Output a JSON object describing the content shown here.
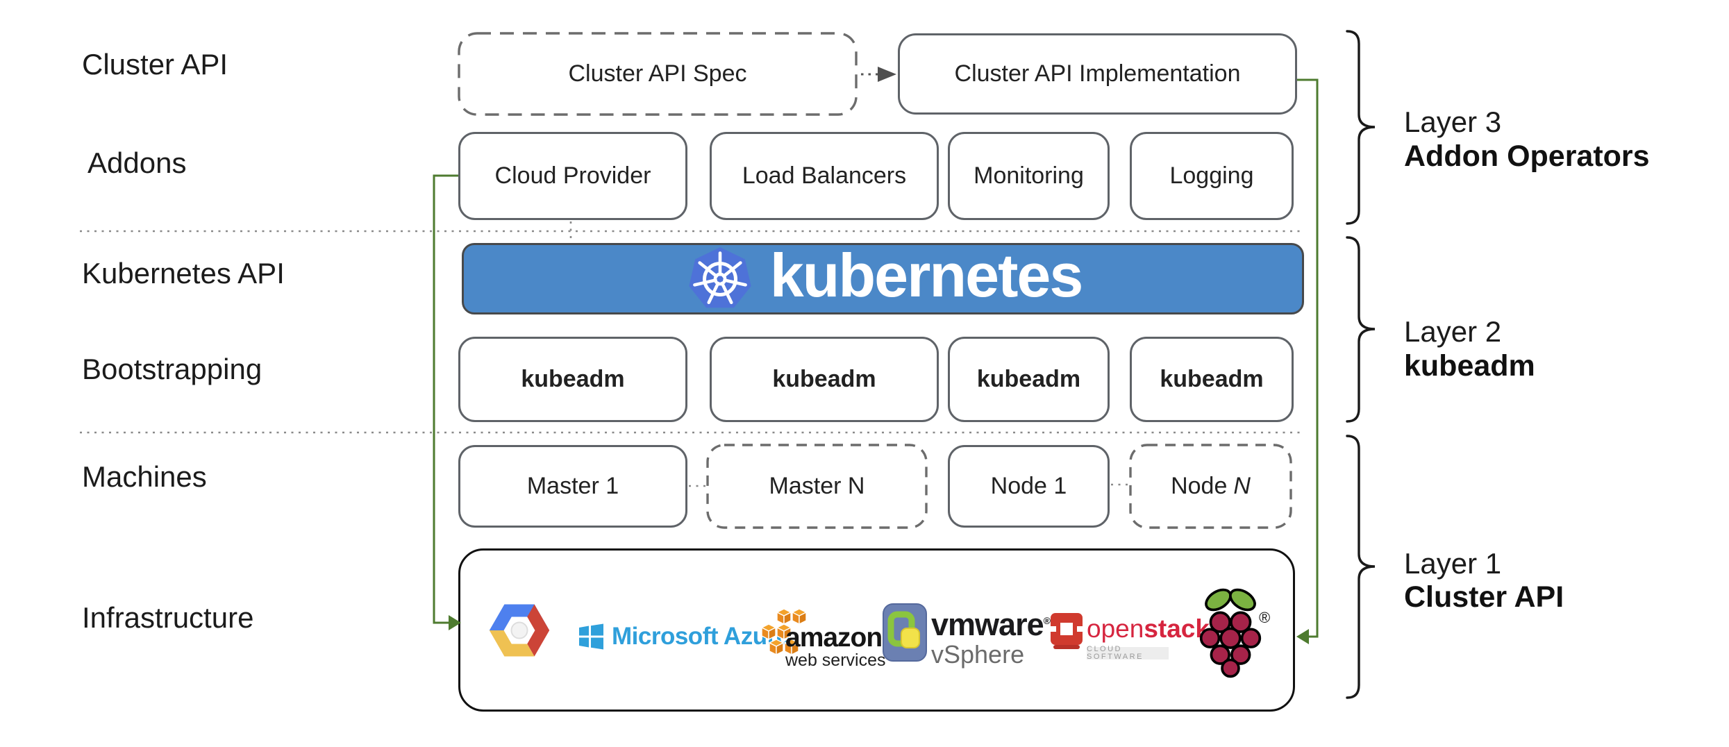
{
  "row_labels": [
    {
      "text": "Cluster API"
    },
    {
      "text": "Addons"
    },
    {
      "text": "Kubernetes API"
    },
    {
      "text": "Bootstrapping"
    },
    {
      "text": "Machines"
    },
    {
      "text": "Infrastructure"
    }
  ],
  "top_row": {
    "spec": "Cluster API Spec",
    "implementation": "Cluster API Implementation"
  },
  "addons_row": [
    "Cloud Provider",
    "Load Balancers",
    "Monitoring",
    "Logging"
  ],
  "kubernetes_banner": {
    "text": "kubernetes",
    "background": "#4b88c8",
    "logo_hex_color": "#4e72d8"
  },
  "bootstrapping_row": [
    "kubeadm",
    "kubeadm",
    "kubeadm",
    "kubeadm"
  ],
  "machines_row": [
    {
      "text": "Master 1",
      "italic": "",
      "dashed": false
    },
    {
      "text": "Master N",
      "italic": "",
      "dashed": true
    },
    {
      "text": "Node 1",
      "italic": "",
      "dashed": false
    },
    {
      "text": "Node",
      "italic": "N",
      "dashed": true
    }
  ],
  "layers": [
    {
      "line1": "Layer 3",
      "line2": "Addon Operators"
    },
    {
      "line1": "Layer 2",
      "line2": "kubeadm"
    },
    {
      "line1": "Layer 1",
      "line2": "Cluster API"
    }
  ],
  "infrastructure": {
    "google_cloud": {
      "icon": "google-cloud-hexagon"
    },
    "azure": {
      "text": "Microsoft Azure"
    },
    "aws": {
      "line1": "amazon",
      "line2": "web services"
    },
    "vmware": {
      "line1": "vmware",
      "reg": "®",
      "line2": "vSphere"
    },
    "openstack": {
      "text_open": "open",
      "text_stack": "stack",
      "tm": "™",
      "subtitle": "CLOUD SOFTWARE"
    },
    "raspberry_pi": {
      "reg": "®"
    }
  },
  "colors": {
    "connector_green": "#4e7b2f",
    "solid_box_border": "#5f6368",
    "dashed_box_border": "#6c6c6c",
    "banner_blue": "#4b88c8",
    "kubernetes_logo_blue": "#4e72d8",
    "brace_black": "#1a1a1a",
    "dotted_gray": "#8a8a8a",
    "azure_blue": "#2f9fdb",
    "aws_orange": "#f0982b",
    "openstack_red": "#d6253f",
    "raspberry_crimson": "#a62349",
    "leaf_green": "#7bb241"
  }
}
